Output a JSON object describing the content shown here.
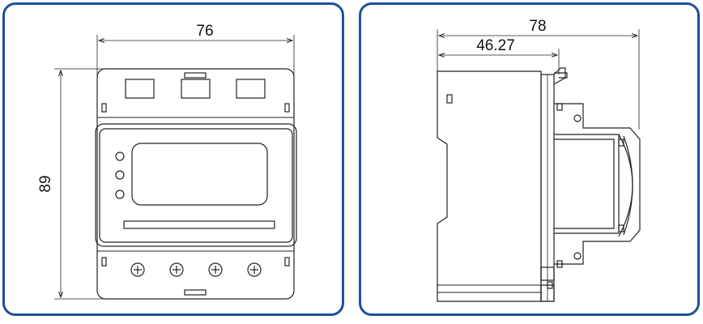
{
  "colors": {
    "frame_border": "#1e4f9b",
    "line": "#222222",
    "background": "#ffffff"
  },
  "front_view": {
    "width_dimension": "76",
    "height_dimension": "89",
    "led_count": 3,
    "terminal_count": 4,
    "terminal_icon": "circle-plus-icon"
  },
  "side_view": {
    "overall_depth_dimension": "78",
    "body_depth_dimension": "46.27"
  }
}
